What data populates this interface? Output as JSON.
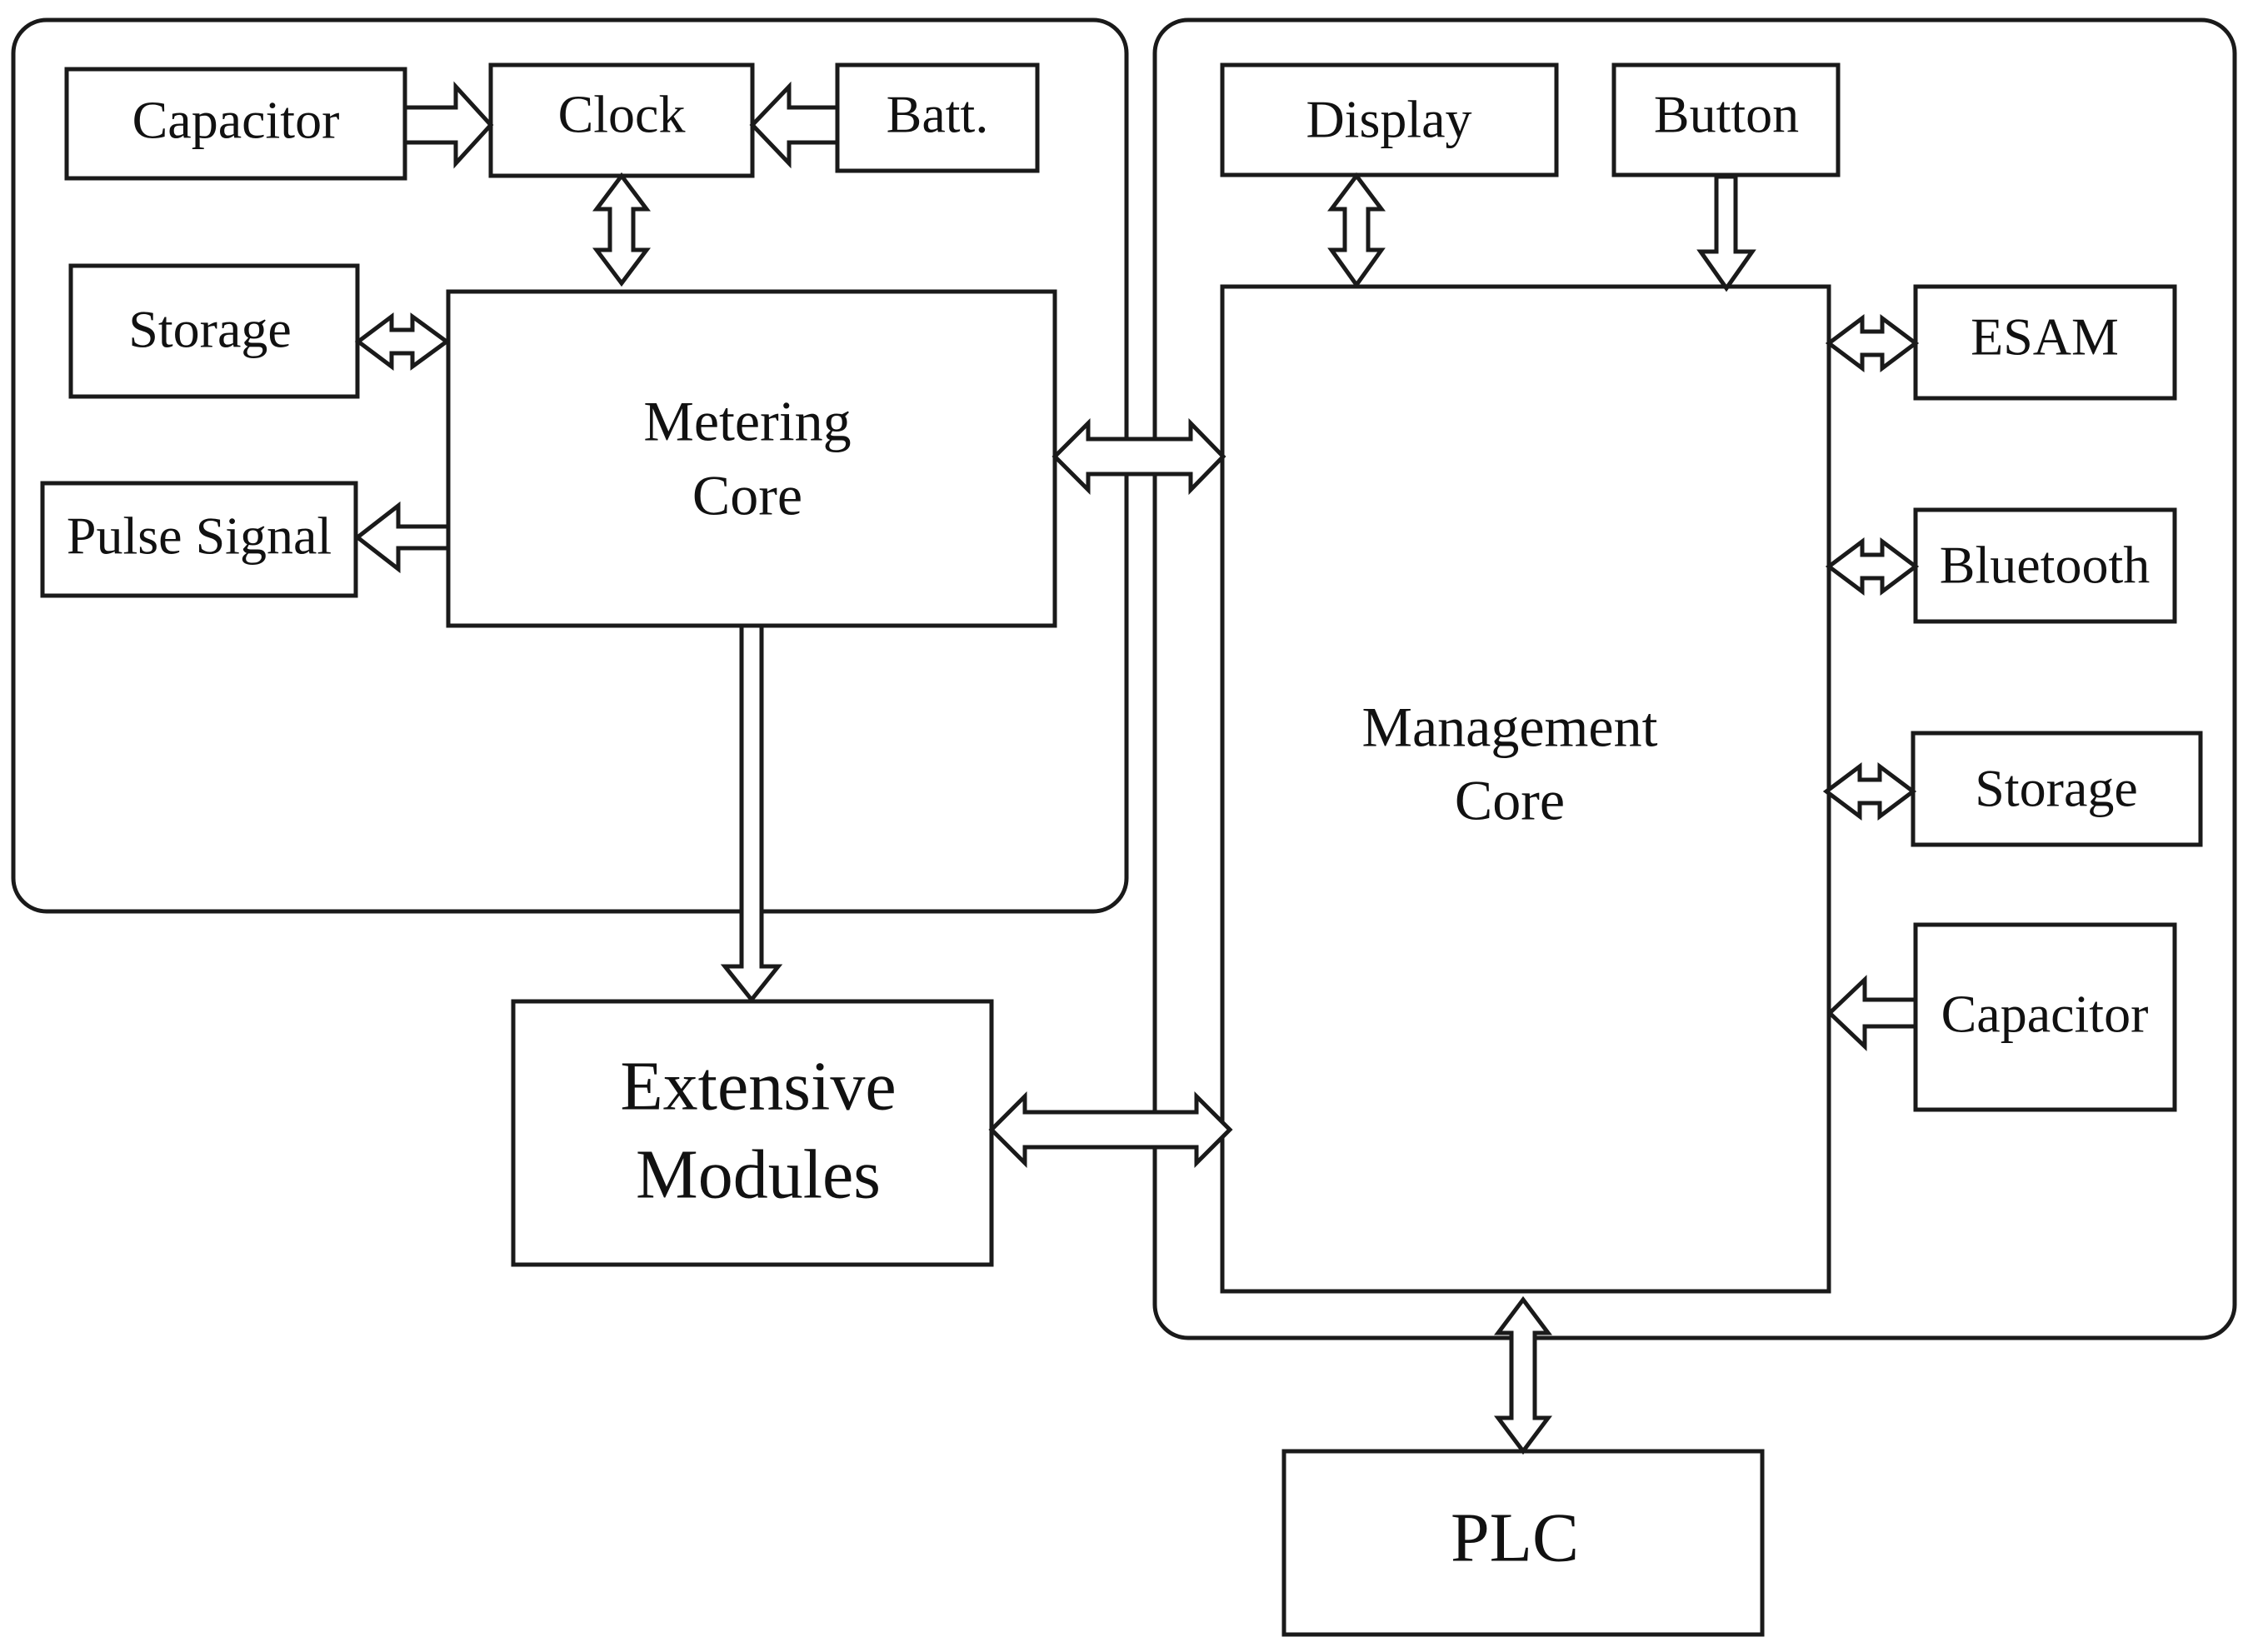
{
  "groups": {
    "metering_unit": {},
    "management_unit": {}
  },
  "nodes": {
    "capacitor_left": "Capacitor",
    "clock": "Clock",
    "battery": "Batt.",
    "storage_left": "Storage",
    "pulse_signal": "Pulse Signal",
    "metering_core_line1": "Metering",
    "metering_core_line2": "Core",
    "extensive_modules_line1": "Extensive",
    "extensive_modules_line2": "Modules",
    "display": "Display",
    "button": "Button",
    "management_core_line1": "Management",
    "management_core_line2": "Core",
    "esam": "ESAM",
    "bluetooth": "Bluetooth",
    "storage_right": "Storage",
    "capacitor_right": "Capacitor",
    "plc": "PLC"
  },
  "connections": [
    {
      "from": "capacitor_left",
      "to": "clock",
      "direction": "one-way"
    },
    {
      "from": "battery",
      "to": "clock",
      "direction": "one-way"
    },
    {
      "from": "clock",
      "to": "metering_core",
      "direction": "two-way"
    },
    {
      "from": "storage_left",
      "to": "metering_core",
      "direction": "two-way"
    },
    {
      "from": "metering_core",
      "to": "pulse_signal",
      "direction": "one-way"
    },
    {
      "from": "metering_core",
      "to": "extensive_modules",
      "direction": "one-way"
    },
    {
      "from": "metering_core",
      "to": "management_core",
      "direction": "two-way"
    },
    {
      "from": "extensive_modules",
      "to": "management_core",
      "direction": "two-way"
    },
    {
      "from": "display",
      "to": "management_core",
      "direction": "two-way"
    },
    {
      "from": "button",
      "to": "management_core",
      "direction": "one-way"
    },
    {
      "from": "esam",
      "to": "management_core",
      "direction": "two-way"
    },
    {
      "from": "bluetooth",
      "to": "management_core",
      "direction": "two-way"
    },
    {
      "from": "storage_right",
      "to": "management_core",
      "direction": "two-way"
    },
    {
      "from": "capacitor_right",
      "to": "management_core",
      "direction": "one-way"
    },
    {
      "from": "management_core",
      "to": "plc",
      "direction": "two-way"
    }
  ]
}
